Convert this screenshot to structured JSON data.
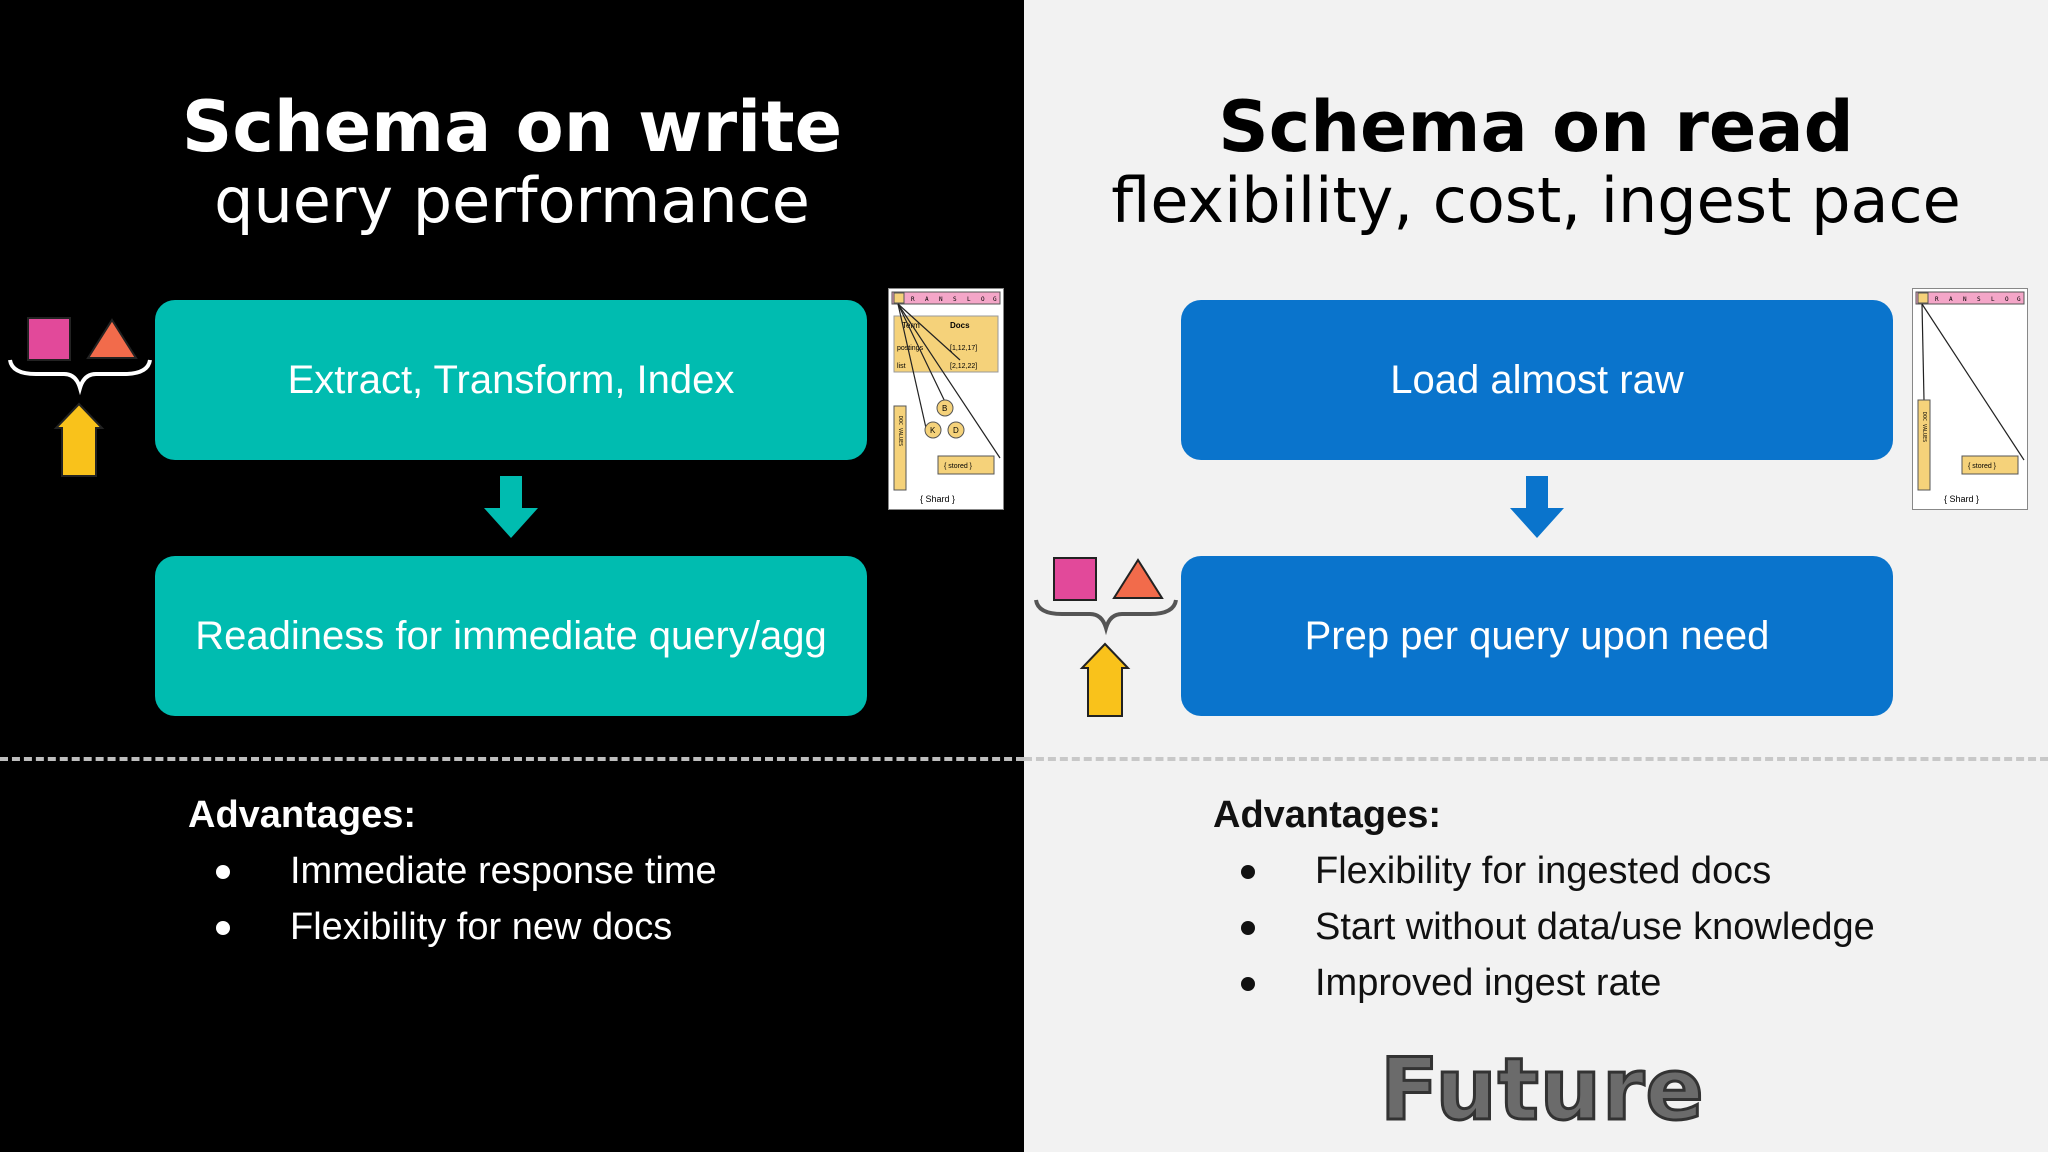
{
  "left": {
    "title": "Schema on write",
    "subtitle": "query performance",
    "box1": "Extract, Transform, Index",
    "box2": "Readiness for immediate query/agg",
    "advantages_header": "Advantages:",
    "advantages": [
      "Immediate response time",
      "Flexibility for new docs"
    ],
    "thumbnail": {
      "header_cells": [
        "",
        "R",
        "A",
        "N",
        "S",
        "L",
        "O",
        "G"
      ],
      "table_head": [
        "Term",
        "Docs"
      ],
      "rows": [
        [
          "postings",
          "[1,12,17]"
        ],
        [
          "list",
          "[2,12,22]"
        ]
      ],
      "nodes": [
        "B",
        "K",
        "D"
      ],
      "side_label": "DOC VALUES",
      "stored": "{ stored }",
      "shard": "{ Shard }"
    }
  },
  "right": {
    "title": "Schema on read",
    "subtitle": "flexibility, cost, ingest pace",
    "box1": "Load almost raw",
    "box2": "Prep per query upon need",
    "advantages_header": "Advantages:",
    "advantages": [
      "Flexibility for ingested docs",
      "Start without data/use knowledge",
      "Improved ingest rate"
    ],
    "thumbnail": {
      "header_cells": [
        "",
        "R",
        "A",
        "N",
        "S",
        "L",
        "O",
        "G"
      ],
      "side_label": "DOC VALUES",
      "stored": "{ stored }",
      "shard": "{ Shard }"
    },
    "footer_word": "Future"
  },
  "colors": {
    "teal": "#00bcb0",
    "blue": "#0a74cc",
    "pink_square": "#e2499a",
    "orange_triangle": "#f26b4b",
    "yellow_house": "#f9c21b",
    "thumb_header": "#f4a6c8",
    "thumb_table": "#f5d27a"
  },
  "icons": [
    "pink-square-icon",
    "orange-triangle-icon",
    "curly-brace-icon",
    "yellow-house-icon",
    "down-arrow-icon"
  ]
}
